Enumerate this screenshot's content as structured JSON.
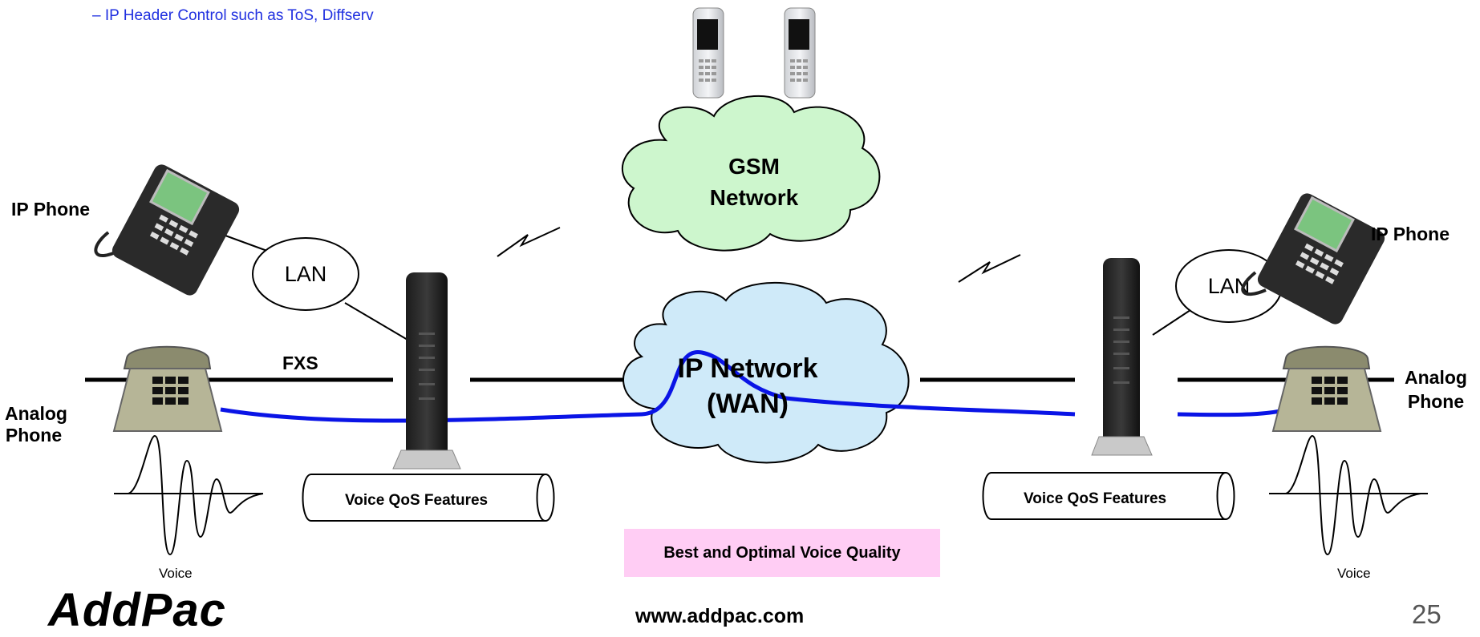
{
  "bullet_text": "–  IP Header Control such as ToS, Diffserv",
  "clouds": {
    "gsm": [
      "GSM",
      "Network"
    ],
    "ip": [
      "IP Network",
      "(WAN)"
    ]
  },
  "labels": {
    "ip_phone_left": "IP Phone",
    "ip_phone_right": "IP Phone",
    "lan_left": "LAN",
    "lan_right": "LAN",
    "fxs": "FXS",
    "analog_left": [
      "Analog",
      "Phone"
    ],
    "analog_right": [
      "Analog",
      "Phone"
    ],
    "voice_left": "Voice",
    "voice_right": "Voice",
    "qos_left": "Voice QoS Features",
    "qos_right": "Voice QoS Features",
    "quality": "Best and Optimal Voice Quality"
  },
  "footer": {
    "logo": "AddPac",
    "url": "www.addpac.com",
    "page_number": "25"
  },
  "colors": {
    "bullet": "#1f2fe0",
    "voice_path": "#0a14e6",
    "gsm_cloud": "#cdf6cd",
    "ip_cloud": "#cfeaf9",
    "quality_box": "#ffcdf4"
  }
}
